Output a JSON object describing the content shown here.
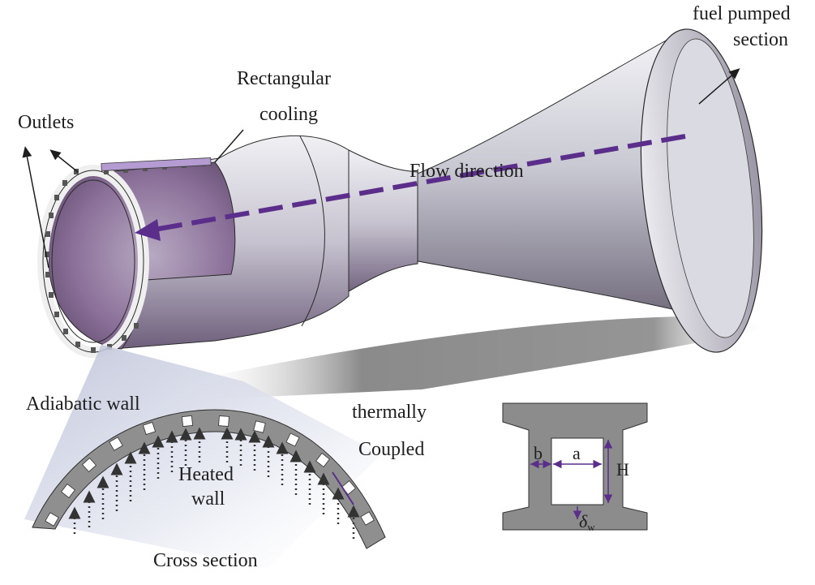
{
  "labels": {
    "fuel_pumped_line1": "fuel pumped",
    "fuel_pumped_line2": "section",
    "rect_cooling_line1": "Rectangular",
    "rect_cooling_line2": "cooling",
    "outlets": "Outlets",
    "flow_direction": "Flow direction",
    "adiabatic_wall": "Adiabatic wall",
    "thermally": "thermally",
    "coupled": "Coupled",
    "heated_wall_line1": "Heated",
    "heated_wall_line2": "wall",
    "cross_section": "Cross section"
  },
  "dimensions": {
    "b": "b",
    "a": "a",
    "H": "H",
    "delta": "δ",
    "delta_sub": "w"
  },
  "colors": {
    "flow_arrow": "#5a2e8a",
    "dimension_line": "#5a2e8a",
    "channel_wall": "#8c8c8c",
    "nozzle_metal": "#bdbdc8",
    "inner_purple": "#7a5a8f"
  },
  "icons": {
    "heat_arrows": "dotted-up-arrow-icon"
  }
}
